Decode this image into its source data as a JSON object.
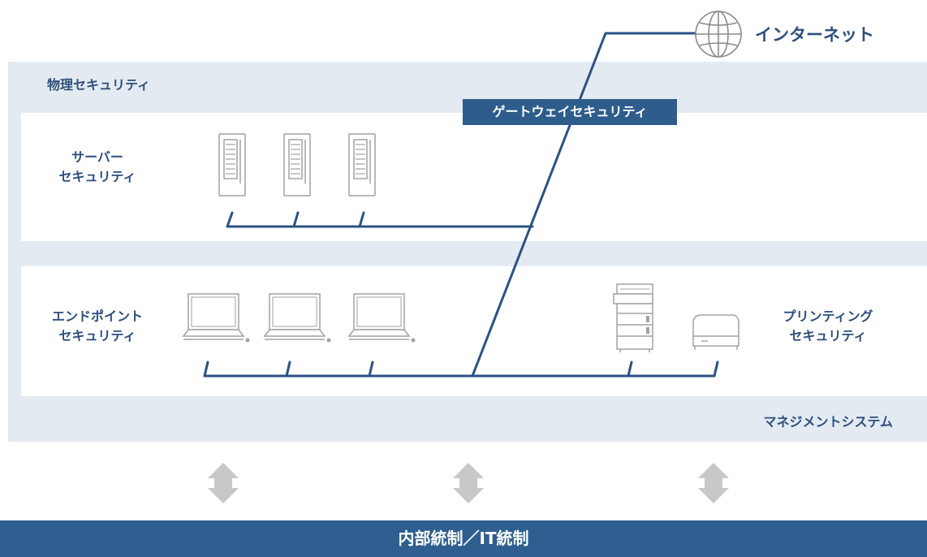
{
  "diagram": {
    "internet_label": "インターネット",
    "physical_security_label": "物理セキュリティ",
    "gateway_security_label": "ゲートウェイセキュリティ",
    "server_security_label": [
      "サーバー",
      "セキュリティ"
    ],
    "endpoint_security_label": [
      "エンドポイント",
      "セキュリティ"
    ],
    "printing_security_label": [
      "プリンティング",
      "セキュリティ"
    ],
    "management_system_label": "マネジメントシステム",
    "bottom_bar_label": "内部統制／IT統制"
  },
  "colors": {
    "network_line": "#2b5283",
    "panel_background": "#e4eaf1",
    "bottom_bar": "#2e5f90",
    "icon_stroke": "#9a9a9a",
    "arrow": "#c4c4c4"
  },
  "icons": {
    "internet": "globe-icon",
    "servers": [
      "server-icon",
      "server-icon",
      "server-icon"
    ],
    "computers": [
      "computer-icon",
      "computer-icon",
      "computer-icon"
    ],
    "printers": [
      "multifunction-printer-icon",
      "printer-icon"
    ],
    "arrows": [
      "double-arrow-icon",
      "double-arrow-icon",
      "double-arrow-icon"
    ]
  }
}
